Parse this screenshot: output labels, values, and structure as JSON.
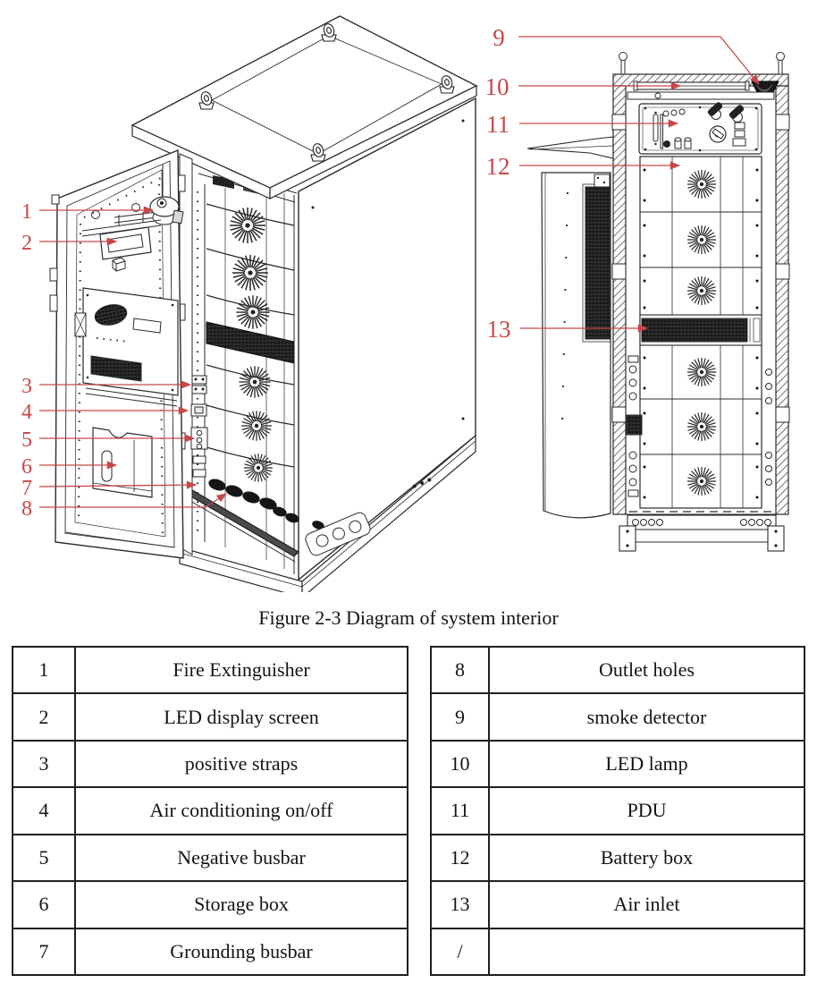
{
  "figure": {
    "caption": "Figure 2-3 Diagram of system interior",
    "callouts": [
      "1",
      "2",
      "3",
      "4",
      "5",
      "6",
      "7",
      "8",
      "9",
      "10",
      "11",
      "12",
      "13"
    ],
    "views": [
      {
        "name": "isometric cutaway view with open door"
      },
      {
        "name": "front interior view"
      }
    ]
  },
  "colors": {
    "callout_red": "#c94747",
    "line_ink": "#2a2a2a",
    "background": "#ffffff"
  },
  "legend_table": {
    "left": [
      {
        "num": "1",
        "label": "Fire Extinguisher"
      },
      {
        "num": "2",
        "label": "LED display screen"
      },
      {
        "num": "3",
        "label": "positive straps"
      },
      {
        "num": "4",
        "label": "Air conditioning on/off"
      },
      {
        "num": "5",
        "label": "Negative busbar"
      },
      {
        "num": "6",
        "label": "Storage box"
      },
      {
        "num": "7",
        "label": "Grounding busbar"
      }
    ],
    "right": [
      {
        "num": "8",
        "label": "Outlet holes"
      },
      {
        "num": "9",
        "label": "smoke detector"
      },
      {
        "num": "10",
        "label": "LED lamp"
      },
      {
        "num": "11",
        "label": "PDU"
      },
      {
        "num": "12",
        "label": "Battery box"
      },
      {
        "num": "13",
        "label": "Air inlet"
      },
      {
        "num": "/",
        "label": ""
      }
    ]
  }
}
